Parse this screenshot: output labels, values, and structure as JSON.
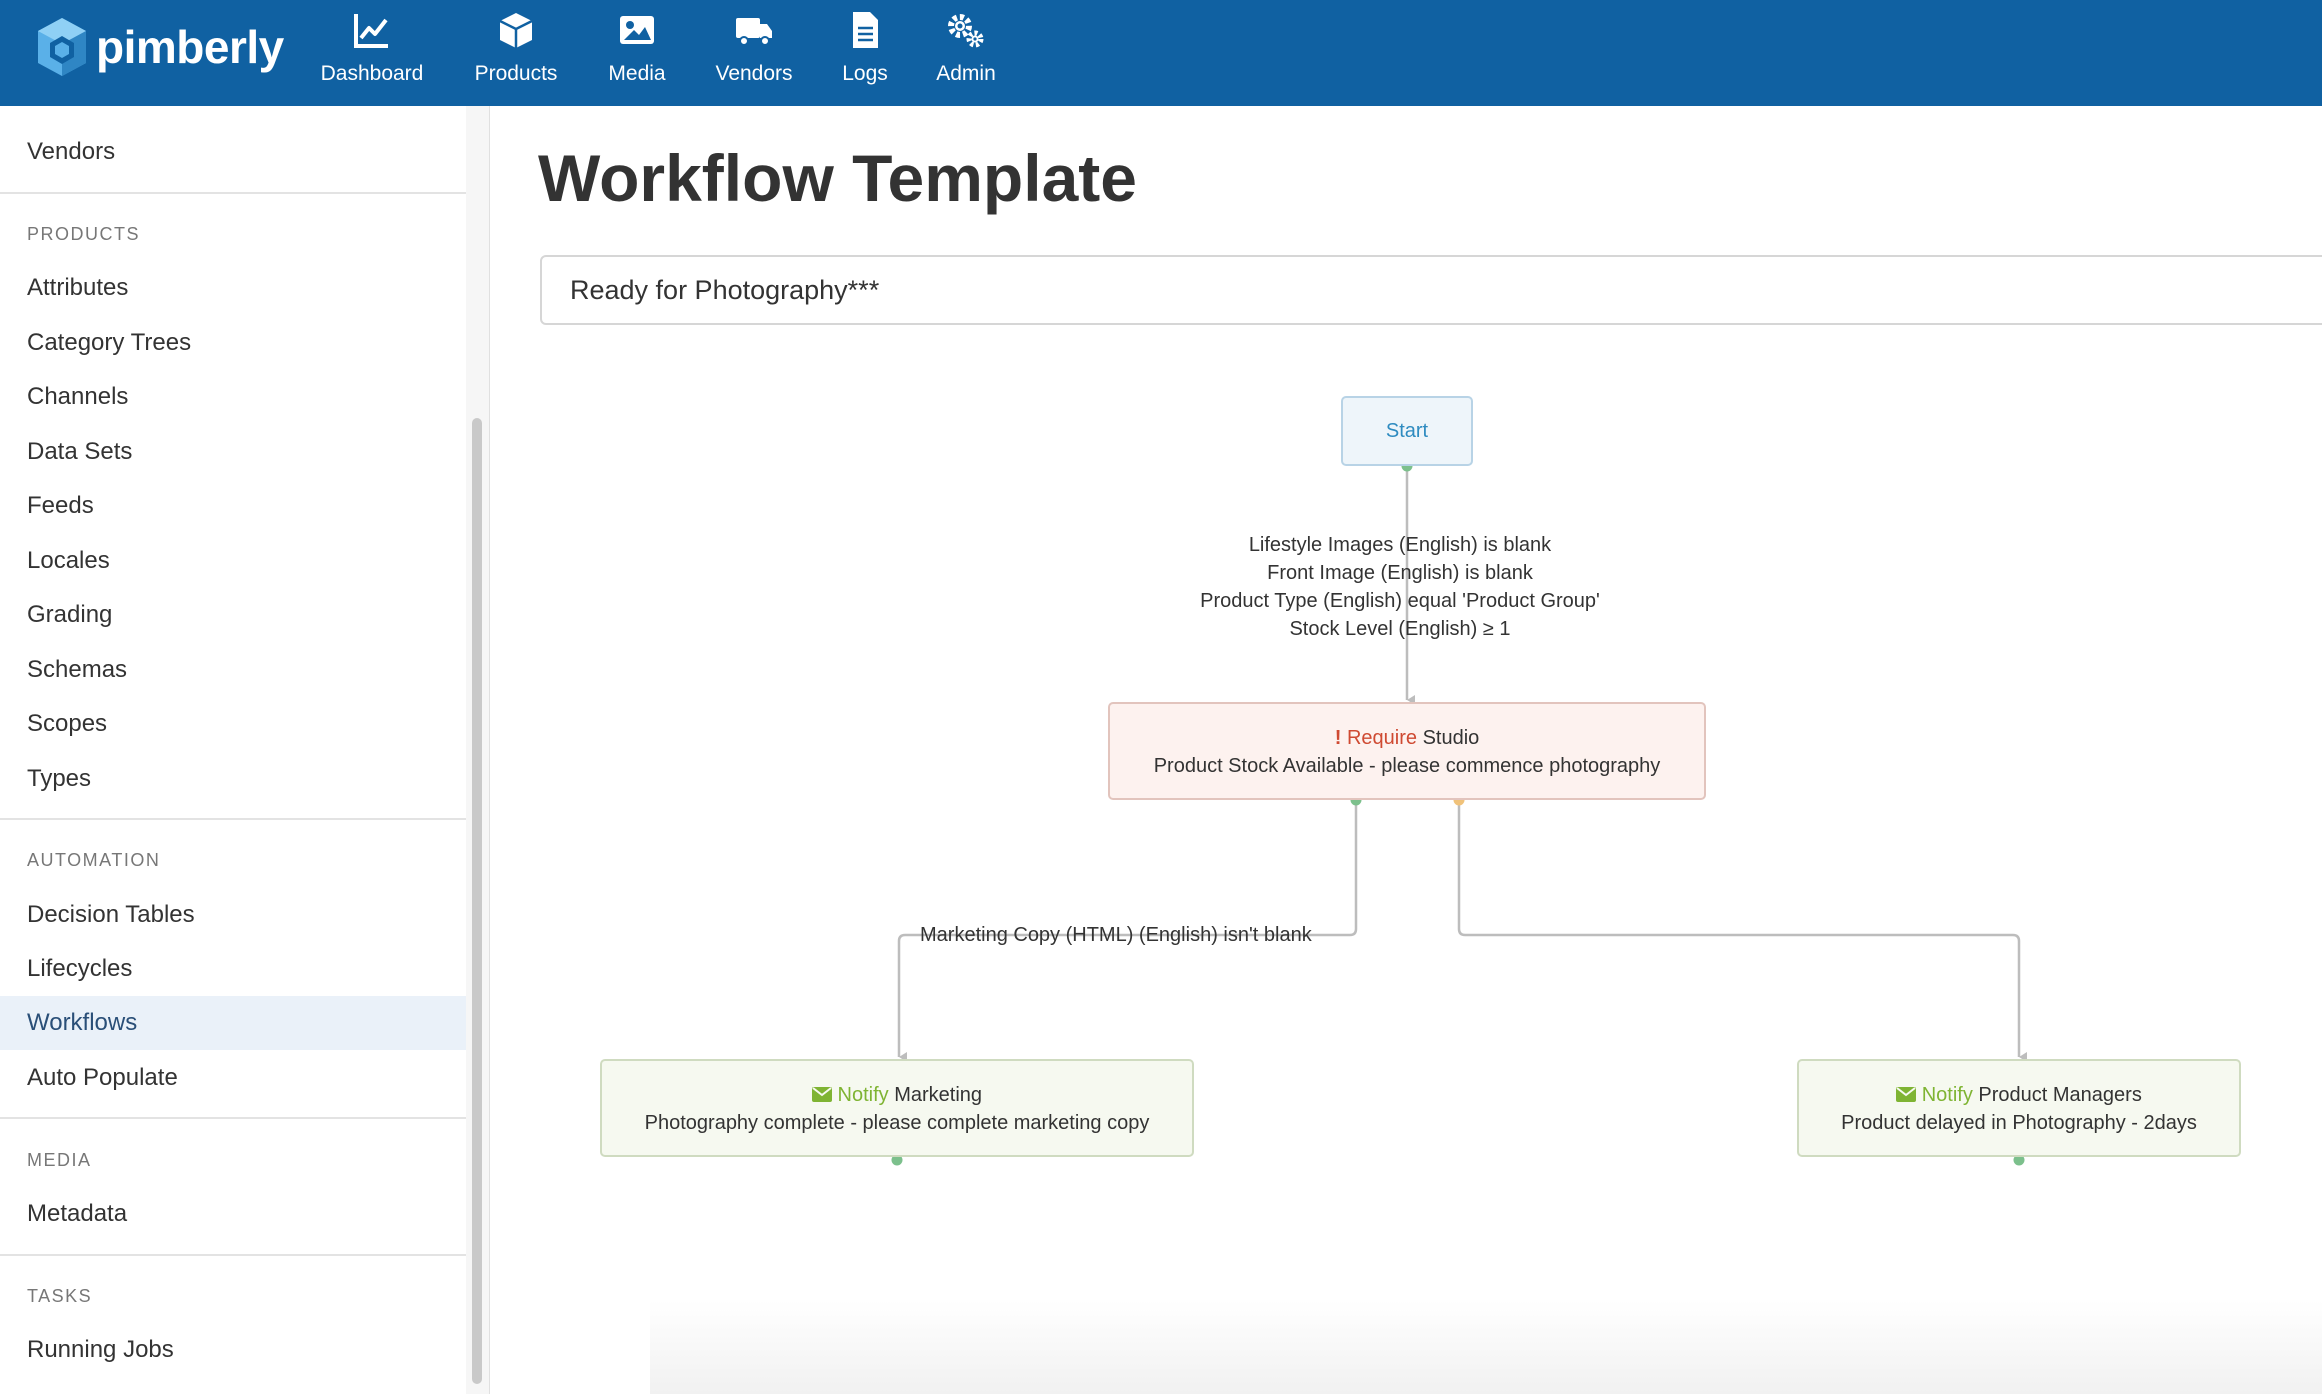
{
  "brand": {
    "name": "pimberly",
    "color": "#1061a2"
  },
  "nav": [
    {
      "label": "Dashboard",
      "icon": "chart-icon"
    },
    {
      "label": "Products",
      "icon": "cube-icon"
    },
    {
      "label": "Media",
      "icon": "image-icon"
    },
    {
      "label": "Vendors",
      "icon": "truck-icon"
    },
    {
      "label": "Logs",
      "icon": "document-icon"
    },
    {
      "label": "Admin",
      "icon": "gears-icon"
    }
  ],
  "sidebar": {
    "top_item": "Vendors",
    "sections": [
      {
        "title": "PRODUCTS",
        "items": [
          "Attributes",
          "Category Trees",
          "Channels",
          "Data Sets",
          "Feeds",
          "Locales",
          "Grading",
          "Schemas",
          "Scopes",
          "Types"
        ]
      },
      {
        "title": "AUTOMATION",
        "items": [
          "Decision Tables",
          "Lifecycles",
          "Workflows",
          "Auto Populate"
        ]
      },
      {
        "title": "MEDIA",
        "items": [
          "Metadata"
        ]
      },
      {
        "title": "TASKS",
        "items": [
          "Running Jobs"
        ]
      }
    ],
    "active_item": "Workflows"
  },
  "main": {
    "title": "Workflow Template",
    "template_name": "Ready for Photography***"
  },
  "workflow": {
    "start_label": "Start",
    "start_conditions": [
      "Lifestyle Images (English) is blank",
      "Front Image (English) is blank",
      "Product Type (English) equal 'Product Group'",
      "Stock Level (English) ≥ 1"
    ],
    "require_node": {
      "icon": "!",
      "keyword": "Require",
      "target": "Studio",
      "message": "Product Stock Available - please commence photography"
    },
    "branch_condition": "Marketing Copy (HTML) (English) isn't blank",
    "notify_marketing": {
      "keyword": "Notify",
      "target": "Marketing",
      "message": "Photography complete - please complete marketing copy"
    },
    "notify_pm": {
      "keyword": "Notify",
      "target": "Product Managers",
      "message": "Product delayed in Photography - 2days"
    },
    "colors": {
      "require": "#cf4a32",
      "notify": "#7fb433",
      "connector_ok": "#7cc08c",
      "connector_timeout": "#f0c27a",
      "edge": "#bdbdbd"
    }
  }
}
